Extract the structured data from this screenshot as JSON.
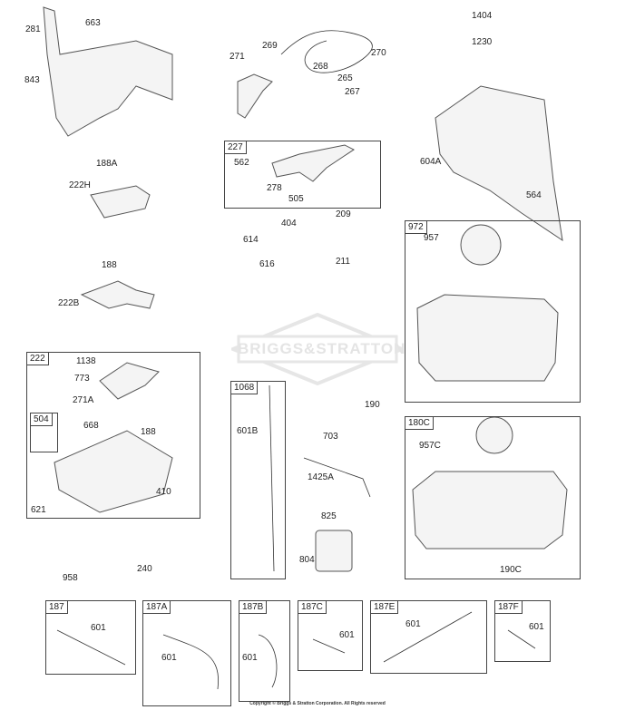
{
  "brand_watermark": "BRIGGS&STRATTON",
  "copyright": "Copyright © Briggs & Stratton Corporation. All Rights reserved",
  "parts": {
    "p281": "281",
    "p663": "663",
    "p843": "843",
    "p271": "271",
    "p269": "269",
    "p268": "268",
    "p270": "270",
    "p265": "265",
    "p267": "267",
    "p1404": "1404",
    "p1230": "1230",
    "p604A": "604A",
    "p564": "564",
    "p562": "562",
    "p278": "278",
    "p505": "505",
    "p188A": "188A",
    "p222H": "222H",
    "p188": "188",
    "p222B": "222B",
    "p404": "404",
    "p614": "614",
    "p616": "616",
    "p209": "209",
    "p211": "211",
    "p957": "957",
    "p1138": "1138",
    "p773": "773",
    "p271A": "271A",
    "p668": "668",
    "p188b": "188",
    "p410": "410",
    "p621": "621",
    "p601B": "601B",
    "p190": "190",
    "p703": "703",
    "p1425A": "1425A",
    "p825": "825",
    "p804": "804",
    "p957C": "957C",
    "p190C": "190C",
    "p958": "958",
    "p240": "240",
    "p601": "601"
  },
  "groups": {
    "g227": "227",
    "g972": "972",
    "g222": "222",
    "g504": "504",
    "g1068": "1068",
    "g180C": "180C",
    "g187": "187",
    "g187A": "187A",
    "g187B": "187B",
    "g187C": "187C",
    "g187E": "187E",
    "g187F": "187F"
  }
}
